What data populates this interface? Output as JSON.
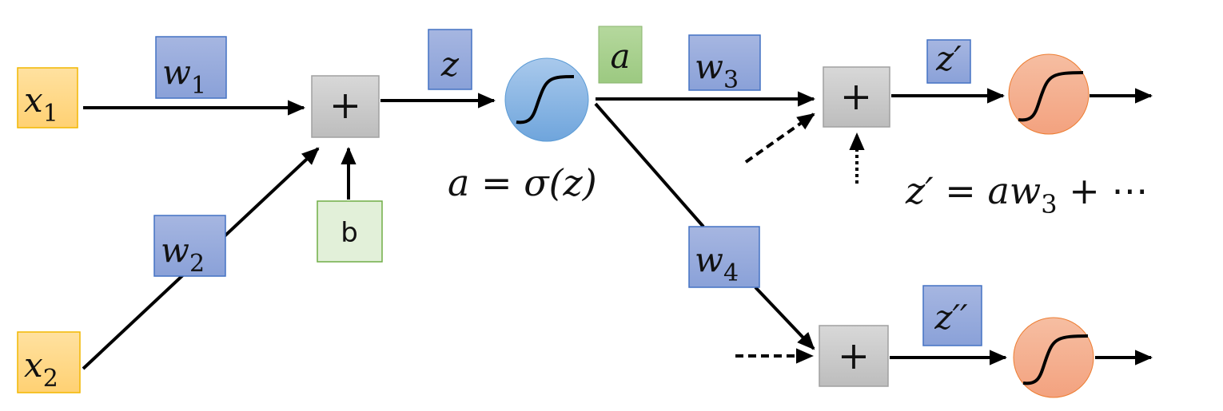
{
  "inputs": [
    {
      "var": "x",
      "sub": "1"
    },
    {
      "var": "x",
      "sub": "2"
    }
  ],
  "weights": [
    {
      "var": "w",
      "sub": "1"
    },
    {
      "var": "w",
      "sub": "2"
    },
    {
      "var": "w",
      "sub": "3"
    },
    {
      "var": "w",
      "sub": "4"
    }
  ],
  "bias": "b",
  "sum_symbol": "+",
  "z_label": "z",
  "a_label": "a",
  "z_prime_label": "z′",
  "z_double_prime_label": "z′′",
  "equations": {
    "activation": "a = σ(z)",
    "z_prime_lhs": "z′ = a",
    "z_prime_w": "w",
    "z_prime_sub": "3",
    "z_prime_rest": " + ⋯"
  },
  "colors": {
    "input": "#ffd97f",
    "weight": "#8fa6da",
    "bias": "#e2f0d9",
    "a_box": "#a9d18e",
    "sum": "#c8c8c8",
    "hidden_neuron": "#7fb0e0",
    "output_neuron": "#f4a784"
  }
}
